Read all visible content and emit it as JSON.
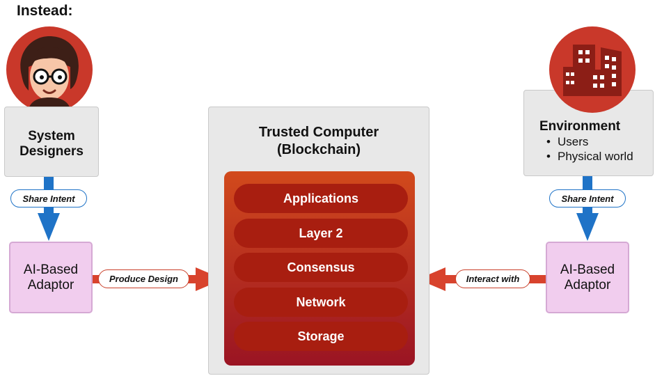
{
  "heading": "Instead:",
  "left": {
    "designers_label": "System\nDesigners",
    "share_intent": "Share Intent",
    "adaptor_label": "AI-Based\nAdaptor",
    "produce_design": "Produce Design"
  },
  "center": {
    "title": "Trusted Computer\n(Blockchain)",
    "layers": [
      "Applications",
      "Layer 2",
      "Consensus",
      "Network",
      "Storage"
    ]
  },
  "right": {
    "environment_label": "Environment",
    "environment_items": [
      "Users",
      "Physical world"
    ],
    "share_intent": "Share Intent",
    "adaptor_label": "AI-Based\nAdaptor",
    "interact_with": "Interact with"
  },
  "colors": {
    "blue_arrow": "#1f73c7",
    "red_arrow": "#d8432d",
    "pink_box": "#f1cdee",
    "gray_box": "#e8e8e8",
    "layer_fill": "#a81e10",
    "stack_gradient_top": "#d24a1c",
    "stack_gradient_bottom": "#9a1423"
  },
  "icons": {
    "designer": "person-with-glasses-avatar-icon",
    "environment": "buildings-icon"
  }
}
